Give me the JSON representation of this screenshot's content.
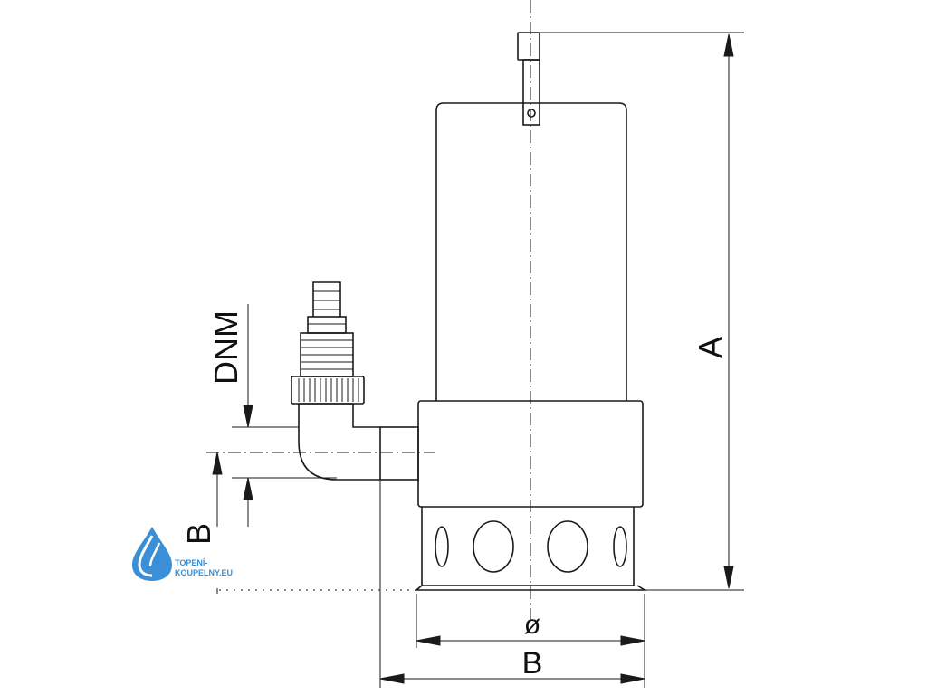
{
  "labels": {
    "dim_a": "A",
    "dim_b": "B",
    "dim_diameter": "ø",
    "dim_dnm": "DNM",
    "dim_partial": "B"
  },
  "logo": {
    "line1": "TOPENÍ-",
    "line2": "KOUPELNY.EU",
    "color": "#3a8fd6"
  },
  "colors": {
    "line": "#1a1a1a",
    "text": "#111111"
  }
}
